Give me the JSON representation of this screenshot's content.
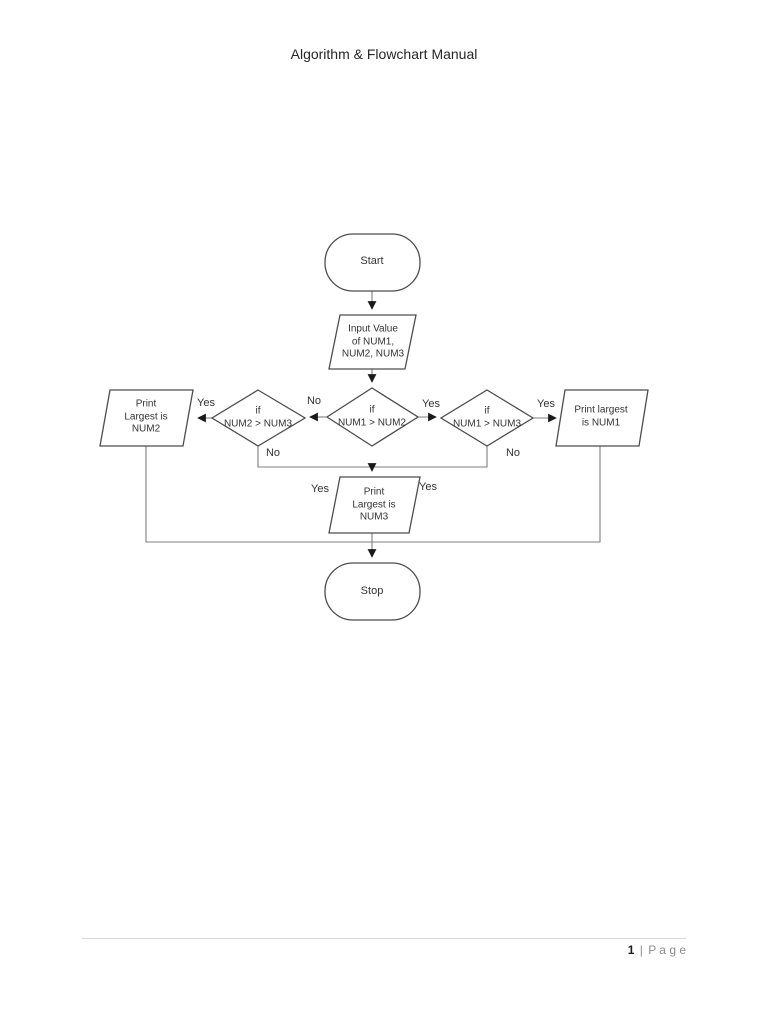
{
  "header": {
    "title": "Algorithm & Flowchart Manual"
  },
  "flowchart": {
    "nodes": {
      "start": {
        "label": "Start"
      },
      "input": {
        "line1": "Input Value",
        "line2": "of NUM1,",
        "line3": "NUM2, NUM3"
      },
      "decision_left": {
        "line1": "if",
        "line2": "NUM2 > NUM3"
      },
      "decision_center": {
        "line1": "if",
        "line2": "NUM1 > NUM2"
      },
      "decision_right": {
        "line1": "if",
        "line2": "NUM1 > NUM3"
      },
      "print_num2": {
        "line1": "Print",
        "line2": "Largest is",
        "line3": "NUM2"
      },
      "print_num1": {
        "line1": "Print largest",
        "line2": "is NUM1"
      },
      "print_num3": {
        "line1": "Print",
        "line2": "Largest is",
        "line3": "NUM3"
      },
      "stop": {
        "label": "Stop"
      }
    },
    "edge_labels": {
      "left_to_print2": "Yes",
      "center_to_left": "No",
      "center_to_right": "Yes",
      "right_to_print1": "Yes",
      "left_down": "No",
      "right_down": "No",
      "num3_left": "Yes",
      "num3_right": "Yes"
    },
    "colors": {
      "shape_stroke": "#4d4d4d",
      "connector": "#7f7f7f",
      "arrowhead": "#1a1a1a",
      "text": "#333333"
    }
  },
  "footer": {
    "page_number": "1",
    "separator": "|",
    "page_word": "P a g e"
  }
}
